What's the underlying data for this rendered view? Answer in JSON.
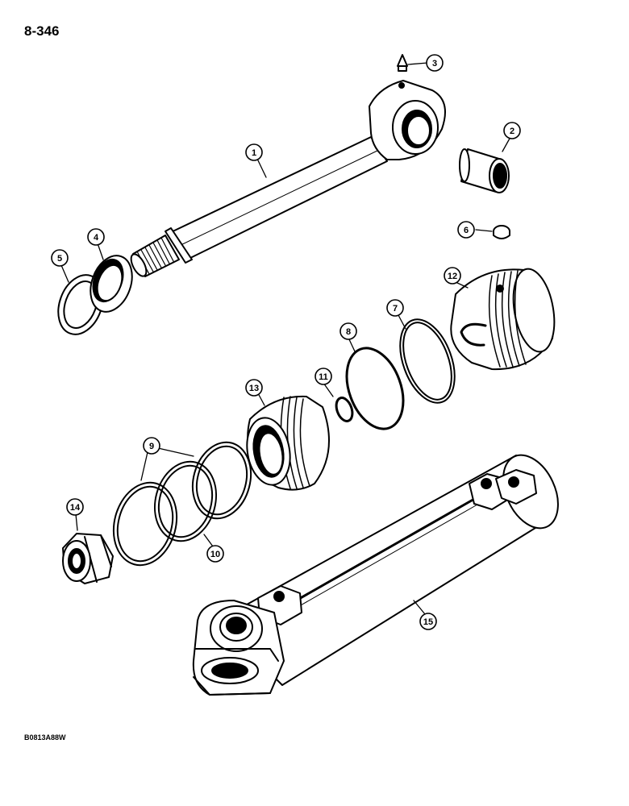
{
  "page_number": "8-346",
  "figure_code": "B0813A88W",
  "callouts": [
    "1",
    "2",
    "3",
    "4",
    "5",
    "6",
    "7",
    "8",
    "9",
    "10",
    "11",
    "12",
    "13",
    "14",
    "15"
  ],
  "colors": {
    "ink": "#000000",
    "paper": "#ffffff"
  }
}
